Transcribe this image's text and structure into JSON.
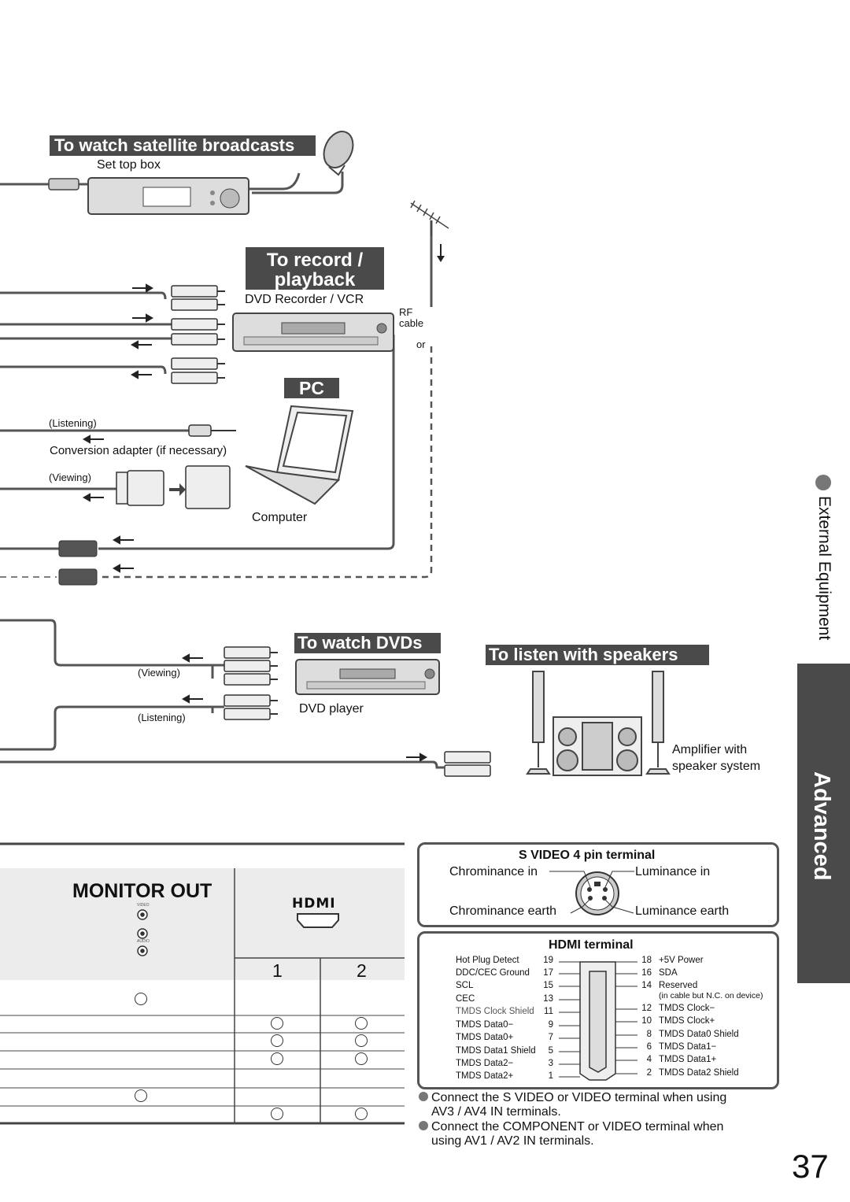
{
  "sections": {
    "satellite": {
      "title": "To watch satellite broadcasts",
      "device": "Set top box"
    },
    "record": {
      "title_line1": "To record /",
      "title_line2": "playback",
      "device": "DVD Recorder / VCR",
      "rf_label_line1": "RF",
      "rf_label_line2": "cable",
      "or_label": "or"
    },
    "pc": {
      "title": "PC",
      "listening": "(Listening)",
      "adapter": "Conversion adapter (if necessary)",
      "viewing": "(Viewing)",
      "device": "Computer"
    },
    "dvds": {
      "title": "To watch DVDs",
      "viewing": "(Viewing)",
      "listening": "(Listening)",
      "device": "DVD player"
    },
    "speakers": {
      "title": "To listen with speakers",
      "device_line1": "Amplifier with",
      "device_line2": "speaker system"
    }
  },
  "side_tab": {
    "subtitle": "External Equipment",
    "label": "Advanced"
  },
  "table": {
    "monitor_out": "MONITOR OUT",
    "jack_video": "VIDEO",
    "jack_audio": "AUDIO",
    "hdmi_logo": "HDMI",
    "col1": "1",
    "col2": "2"
  },
  "svideo": {
    "title": "S VIDEO 4 pin terminal",
    "chroma_in": "Chrominance in",
    "luma_in": "Luminance in",
    "chroma_earth": "Chrominance earth",
    "luma_earth": "Luminance earth"
  },
  "hdmi_terminal": {
    "title": "HDMI terminal",
    "left_pins": [
      {
        "name": "Hot Plug Detect",
        "num": "19"
      },
      {
        "name": "DDC/CEC Ground",
        "num": "17"
      },
      {
        "name": "SCL",
        "num": "15"
      },
      {
        "name": "CEC",
        "num": "13"
      },
      {
        "name": "TMDS Clock Shield",
        "num": "11"
      },
      {
        "name": "TMDS Data0−",
        "num": "9"
      },
      {
        "name": "TMDS Data0+",
        "num": "7"
      },
      {
        "name": "TMDS Data1 Shield",
        "num": "5"
      },
      {
        "name": "TMDS Data2−",
        "num": "3"
      },
      {
        "name": "TMDS Data2+",
        "num": "1"
      }
    ],
    "right_pins": [
      {
        "num": "18",
        "name": "+5V Power"
      },
      {
        "num": "16",
        "name": "SDA"
      },
      {
        "num": "14",
        "name": "Reserved"
      },
      {
        "num": "12",
        "name": "TMDS Clock−"
      },
      {
        "num": "10",
        "name": "TMDS Clock+"
      },
      {
        "num": "8",
        "name": "TMDS Data0 Shield"
      },
      {
        "num": "6",
        "name": "TMDS Data1−"
      },
      {
        "num": "4",
        "name": "TMDS Data1+"
      },
      {
        "num": "2",
        "name": "TMDS Data2 Shield"
      }
    ],
    "reserved_note": "(in cable but N.C. on device)"
  },
  "notes": [
    {
      "line1": "Connect the S VIDEO or VIDEO terminal when using",
      "line2": "AV3 / AV4 IN terminals."
    },
    {
      "line1": "Connect the COMPONENT or VIDEO terminal when",
      "line2": "using AV1 / AV2 IN terminals."
    }
  ],
  "page_number": "37"
}
